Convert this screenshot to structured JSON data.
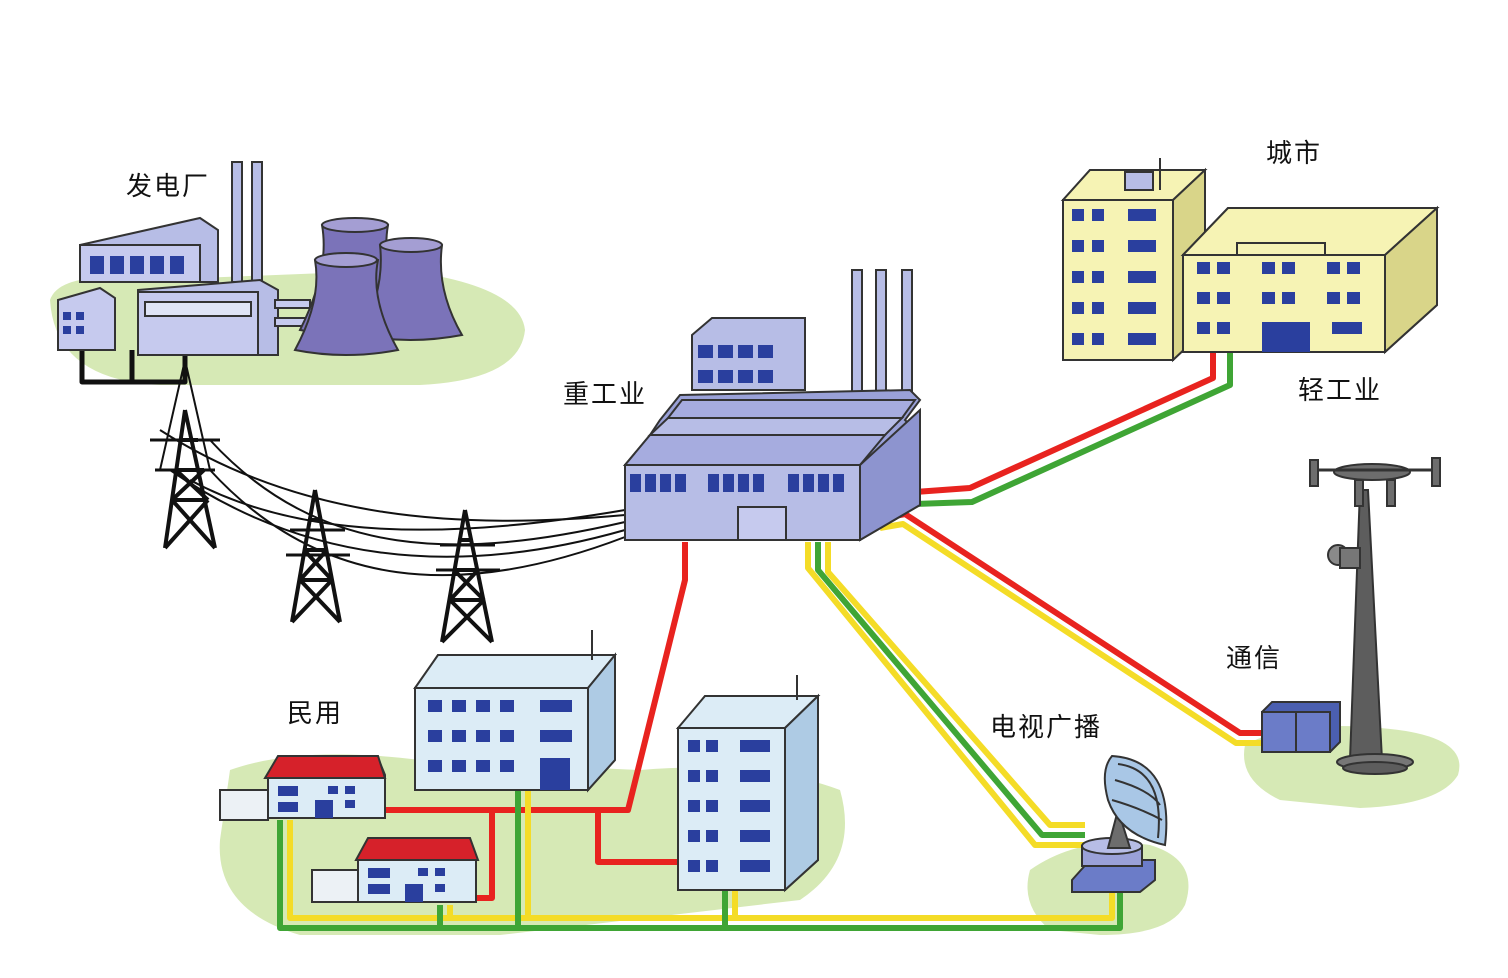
{
  "labels": {
    "power_plant": "发电厂",
    "heavy_industry": "重工业",
    "city": "城市",
    "light_industry": "轻工业",
    "communication": "通信",
    "tv_broadcast": "电视广播",
    "residential": "民用"
  },
  "colors": {
    "power_line": "#e8231f",
    "signal_line": "#3fa535",
    "broadcast_line": "#f4dc27",
    "grass": "#d6e9b5",
    "building_blue": "#b7bde6",
    "building_yellow": "#f6f3b4",
    "building_lightblue": "#dcecf6",
    "window": "#2a3f9e",
    "roof_red": "#d6212a",
    "cooling_tower": "#7b73b9"
  }
}
